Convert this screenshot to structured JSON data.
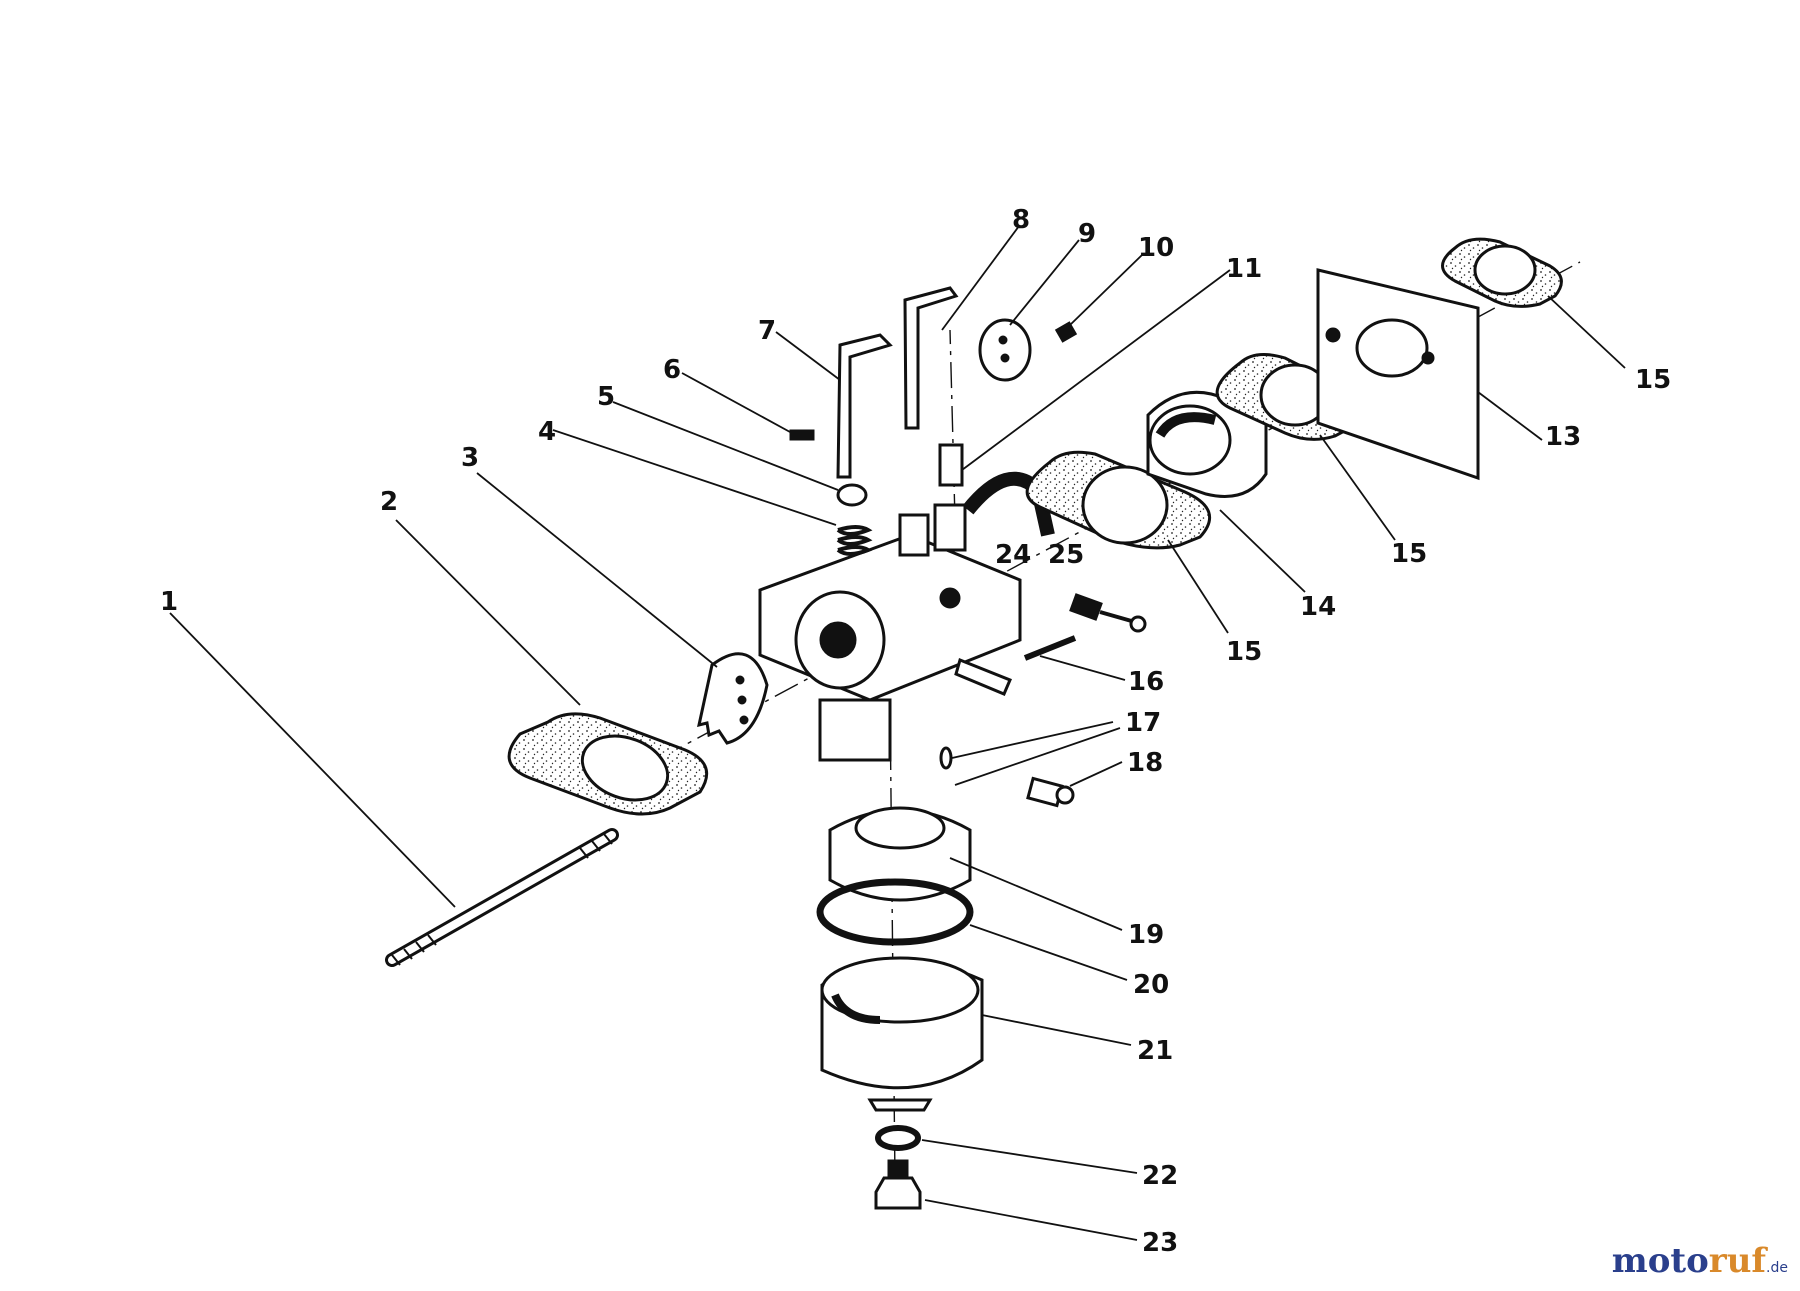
{
  "callouts": [
    {
      "id": "1",
      "label": "1"
    },
    {
      "id": "2",
      "label": "2"
    },
    {
      "id": "3",
      "label": "3"
    },
    {
      "id": "4",
      "label": "4"
    },
    {
      "id": "5",
      "label": "5"
    },
    {
      "id": "6",
      "label": "6"
    },
    {
      "id": "7",
      "label": "7"
    },
    {
      "id": "8",
      "label": "8"
    },
    {
      "id": "9",
      "label": "9"
    },
    {
      "id": "10",
      "label": "10"
    },
    {
      "id": "11",
      "label": "11"
    },
    {
      "id": "13",
      "label": "13"
    },
    {
      "id": "14",
      "label": "14"
    },
    {
      "id": "15a",
      "label": "15"
    },
    {
      "id": "15b",
      "label": "15"
    },
    {
      "id": "15c",
      "label": "15"
    },
    {
      "id": "16",
      "label": "16"
    },
    {
      "id": "17",
      "label": "17"
    },
    {
      "id": "18",
      "label": "18"
    },
    {
      "id": "19",
      "label": "19"
    },
    {
      "id": "20",
      "label": "20"
    },
    {
      "id": "21",
      "label": "21"
    },
    {
      "id": "22",
      "label": "22"
    },
    {
      "id": "23",
      "label": "23"
    },
    {
      "id": "24",
      "label": "24"
    },
    {
      "id": "25",
      "label": "25"
    }
  ],
  "watermark": {
    "part1": "moto",
    "part2": "ruf",
    "tld": ".de"
  }
}
